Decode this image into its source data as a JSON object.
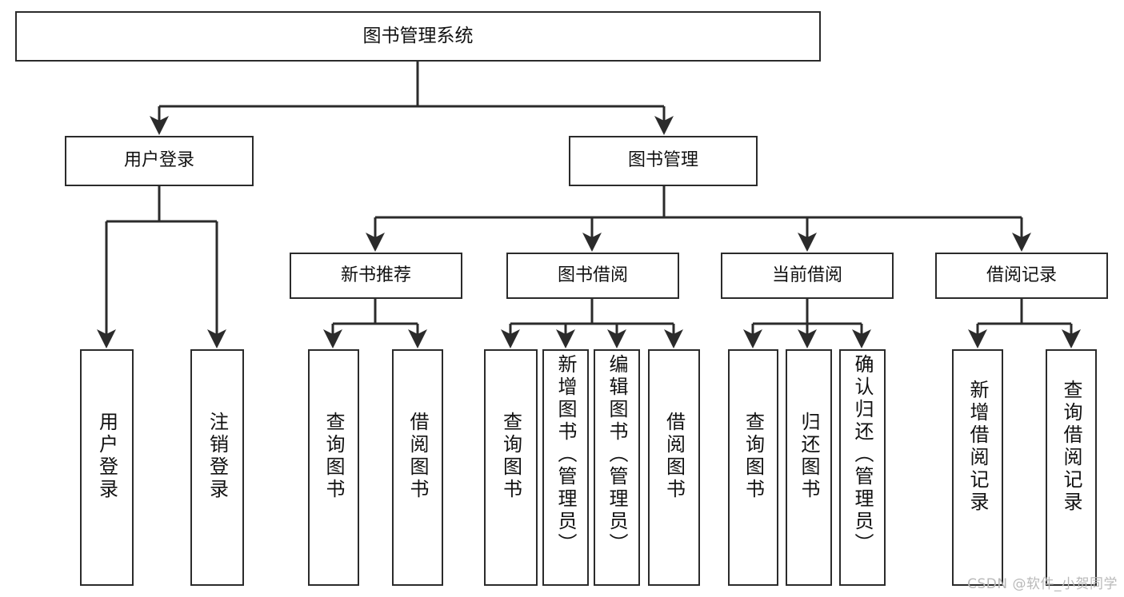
{
  "diagram": {
    "type": "tree-hierarchy-flowchart",
    "title": "图书管理系统",
    "stroke_color": "#2b2b2b",
    "fill_color": "#ffffff",
    "text_color": "#111111",
    "nodes": {
      "root": {
        "label": "图书管理系统"
      },
      "level2": [
        {
          "id": "user-login",
          "label": "用户登录"
        },
        {
          "id": "book-manage",
          "label": "图书管理"
        }
      ],
      "level3": [
        {
          "id": "new-book-recommend",
          "label": "新书推荐"
        },
        {
          "id": "book-borrow",
          "label": "图书借阅"
        },
        {
          "id": "current-borrow",
          "label": "当前借阅"
        },
        {
          "id": "borrow-record",
          "label": "借阅记录"
        }
      ],
      "leaves": {
        "user-login": [
          {
            "id": "leaf-user-login",
            "label": "用户登录"
          },
          {
            "id": "leaf-logout",
            "label": "注销登录"
          }
        ],
        "new-book-recommend": [
          {
            "id": "leaf-query-book-1",
            "label": "查询图书"
          },
          {
            "id": "leaf-borrow-book-1",
            "label": "借阅图书"
          }
        ],
        "book-borrow": [
          {
            "id": "leaf-query-book-2",
            "label": "查询图书"
          },
          {
            "id": "leaf-add-book",
            "label": "新增图书（管理员）"
          },
          {
            "id": "leaf-edit-book",
            "label": "编辑图书（管理员）"
          },
          {
            "id": "leaf-borrow-book-2",
            "label": "借阅图书"
          }
        ],
        "current-borrow": [
          {
            "id": "leaf-query-book-3",
            "label": "查询图书"
          },
          {
            "id": "leaf-return-book",
            "label": "归还图书"
          },
          {
            "id": "leaf-confirm-return",
            "label": "确认归还（管理员）"
          }
        ],
        "borrow-record": [
          {
            "id": "leaf-add-record",
            "label": "新增借阅记录"
          },
          {
            "id": "leaf-query-record",
            "label": "查询借阅记录"
          }
        ]
      }
    }
  },
  "watermark": {
    "text": "CSDN @软件_小贺同学"
  }
}
